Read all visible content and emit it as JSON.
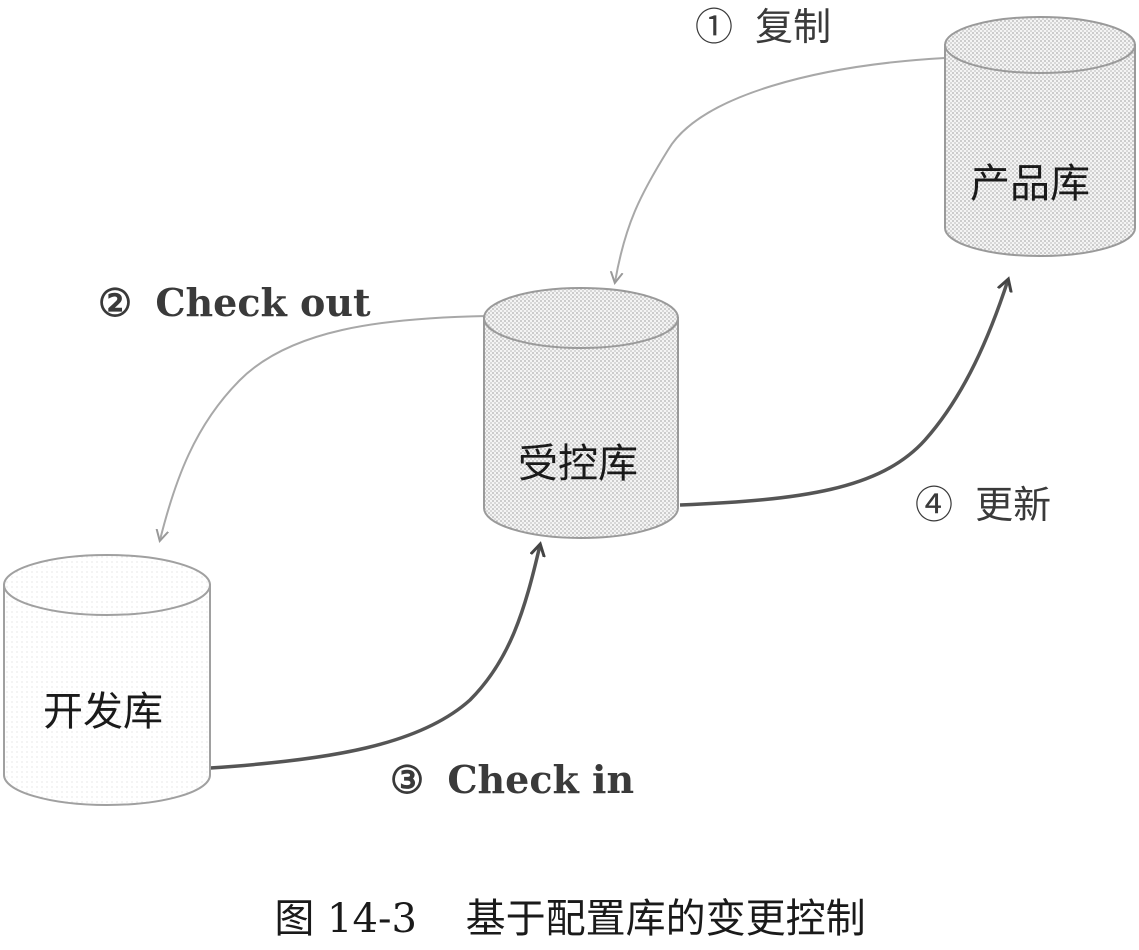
{
  "repositories": {
    "development": {
      "label": "开发库"
    },
    "controlled": {
      "label": "受控库"
    },
    "product": {
      "label": "产品库"
    }
  },
  "steps": [
    {
      "marker": "①",
      "text": "复制"
    },
    {
      "marker": "②",
      "text": "Check out"
    },
    {
      "marker": "③",
      "text": "Check in"
    },
    {
      "marker": "④",
      "text": "更新"
    }
  ],
  "caption": {
    "figure_number": "图 14-3",
    "title": "基于配置库的变更控制"
  },
  "colors": {
    "ink": "#1a1a1a",
    "dotted_fill": "#bdbdbd",
    "thin_arrow": "#a8a8a8",
    "thick_arrow": "#555555"
  }
}
